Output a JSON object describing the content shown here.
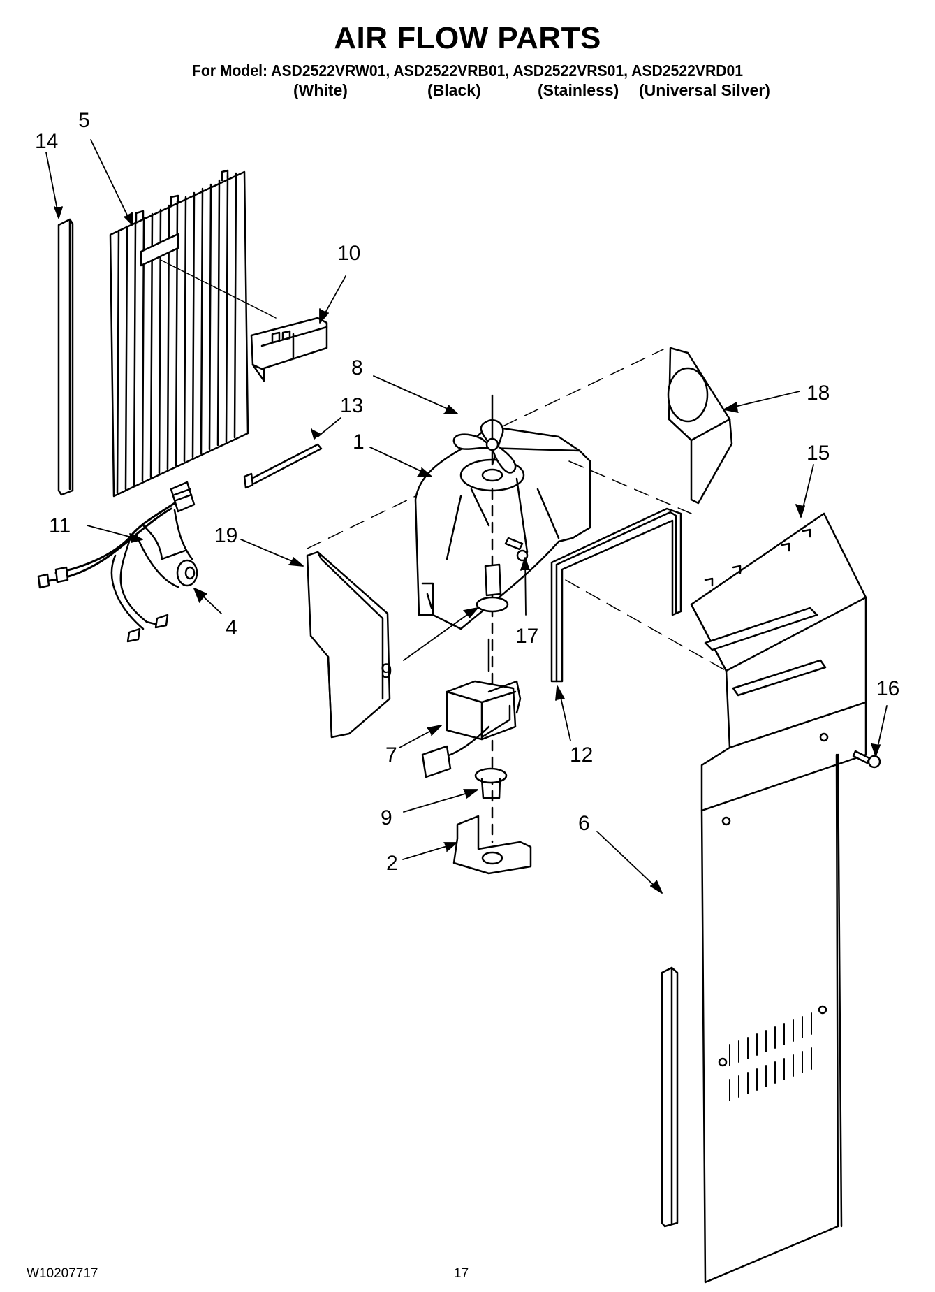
{
  "header": {
    "title": "AIR FLOW PARTS",
    "model_line": "For Model: ASD2522VRW01, ASD2522VRB01, ASD2522VRS01, ASD2522VRD01",
    "variants": [
      "(White)",
      "(Black)",
      "(Stainless)",
      "(Universal Silver)"
    ]
  },
  "callouts": {
    "c1": "1",
    "c2": "2",
    "c4": "4",
    "c5": "5",
    "c6": "6",
    "c7": "7",
    "c8": "8",
    "c9a": "9",
    "c9b": "9",
    "c10": "10",
    "c11": "11",
    "c12": "12",
    "c13": "13",
    "c14": "14",
    "c15": "15",
    "c16": "16",
    "c17": "17",
    "c18": "18",
    "c19": "19"
  },
  "footer": {
    "doc_number": "W10207717",
    "page_number": "17"
  }
}
